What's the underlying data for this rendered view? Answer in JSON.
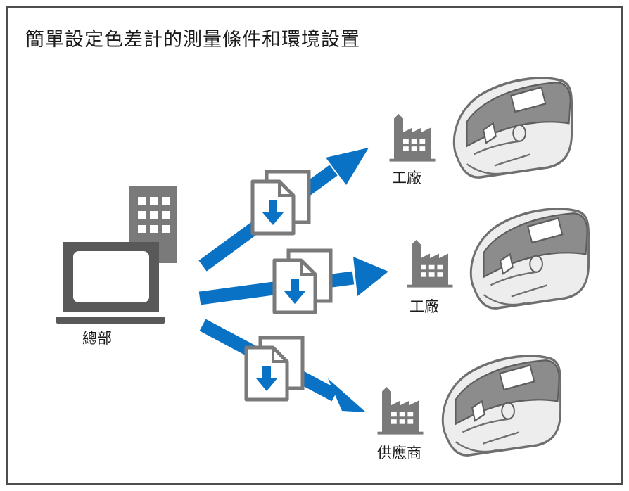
{
  "title": "簡單設定色差計的測量條件和環境設置",
  "headquarters": {
    "label": "總部",
    "icons": [
      "laptop-icon",
      "office-building-icon"
    ]
  },
  "destinations": [
    {
      "label": "工廠",
      "icon": "factory-icon",
      "device": "colorimeter-device"
    },
    {
      "label": "工廠",
      "icon": "factory-icon",
      "device": "colorimeter-device"
    },
    {
      "label": "供應商",
      "icon": "factory-icon",
      "device": "colorimeter-device"
    }
  ],
  "connector": {
    "icon": "document-download-icon",
    "arrow": "arrow-icon"
  },
  "colors": {
    "arrow": "#0a72c5",
    "icon_gray": "#7a7a7a",
    "dark_gray": "#595959",
    "frame": "#4d4d4d",
    "device_body": "#ededed",
    "device_top": "#8c8c8c"
  }
}
